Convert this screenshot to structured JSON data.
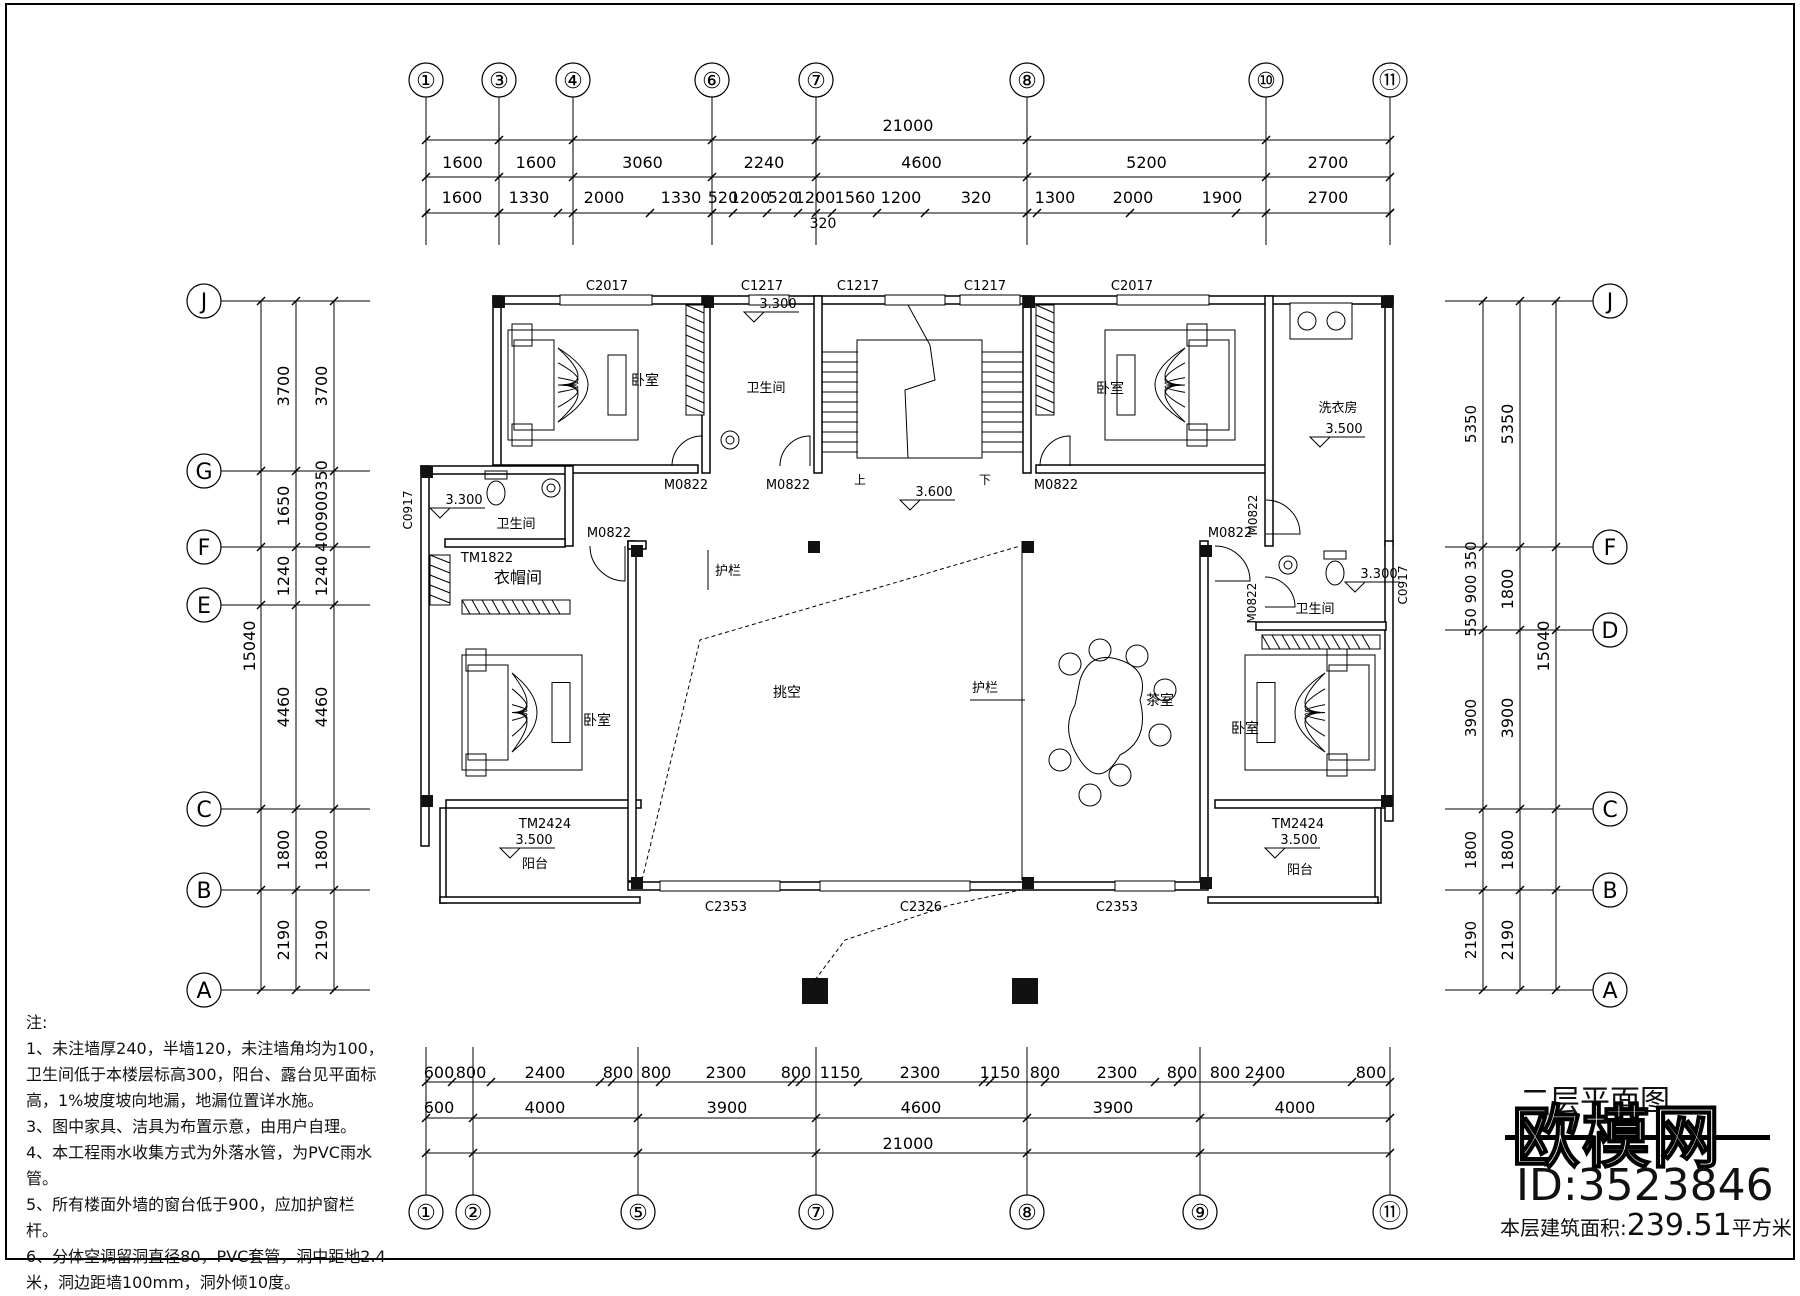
{
  "top_axes": [
    "①",
    "③",
    "④",
    "⑥",
    "⑦",
    "⑧",
    "⑩",
    "⑪"
  ],
  "bottom_axes": [
    "①",
    "②",
    "⑤",
    "⑦",
    "⑧",
    "⑨",
    "⑪"
  ],
  "left_axes": [
    "J",
    "G",
    "F",
    "E",
    "C",
    "B",
    "A"
  ],
  "right_axes": [
    "J",
    "F",
    "D",
    "C",
    "B",
    "A"
  ],
  "top_dims": {
    "total": "21000",
    "row1": [
      "1600",
      "1600",
      "3060",
      "2240",
      "4600",
      "5200",
      "2700"
    ],
    "row2": [
      "1600",
      "1330",
      "2000",
      "1330",
      "520",
      "1200",
      "520",
      "1200",
      "1560",
      "1200",
      "320",
      "1300",
      "2000",
      "1900",
      "2700"
    ],
    "extra": "320"
  },
  "bottom_dims": {
    "row1": [
      "600",
      "800",
      "2400",
      "800",
      "800",
      "2300",
      "800",
      "1150",
      "2300",
      "1150",
      "800",
      "2300",
      "800",
      "800",
      "2400",
      "800"
    ],
    "row2": [
      "600",
      "4000",
      "3900",
      "4600",
      "3900",
      "4000"
    ],
    "total": "21000"
  },
  "left_dims": {
    "total": "15040",
    "col1": [
      "3700",
      "1650",
      "1240",
      "4460",
      "1800",
      "2190"
    ],
    "col2": [
      "3700",
      "400900350",
      "1240",
      "4460",
      "1800",
      "2190"
    ]
  },
  "right_dims": {
    "total": "15040",
    "col1": [
      "5350",
      "550 900 350",
      "3900",
      "1800",
      "2190"
    ],
    "col2": [
      "5350",
      "1800",
      "3900",
      "1800",
      "2190"
    ]
  },
  "rooms": {
    "bedroom": "卧室",
    "bathroom": "卫生间",
    "laundry": "洗衣房",
    "closet": "衣帽间",
    "void": "挑空",
    "tea": "茶室",
    "balcony": "阳台",
    "railing": "护栏",
    "up": "上",
    "down": "下"
  },
  "levels": {
    "l3300": "3.300",
    "l3500": "3.500",
    "l3600": "3.600"
  },
  "windows": {
    "c2017": "C2017",
    "c1217": "C1217",
    "c0917": "C0917",
    "c2353": "C2353",
    "c2326": "C2326"
  },
  "doors": {
    "m0822": "M0822",
    "tm1822": "TM1822",
    "tm2424": "TM2424"
  },
  "notes": [
    "注:",
    "1、未注墙厚240，半墙120，未注墙角均为100，卫生间低于本楼层标高300，阳台、露台见平面标高，1%坡度坡向地漏，地漏位置详水施。",
    "3、图中家具、洁具为布置示意，由用户自理。",
    "4、本工程雨水收集方式为外落水管，为PVC雨水管。",
    "5、所有楼面外墙的窗台低于900，应加护窗栏杆。",
    "6、分体空调留洞直径80，PVC套管，洞中距地2.4米，洞边距墙100mm，洞外倾10度。"
  ],
  "title": "二层平面图",
  "brand": "欧模网",
  "id_label": "ID:3523846",
  "area_label": "本层建筑面积:",
  "area_value": "239.51",
  "area_unit": "平方米",
  "watermark": "欧模网"
}
